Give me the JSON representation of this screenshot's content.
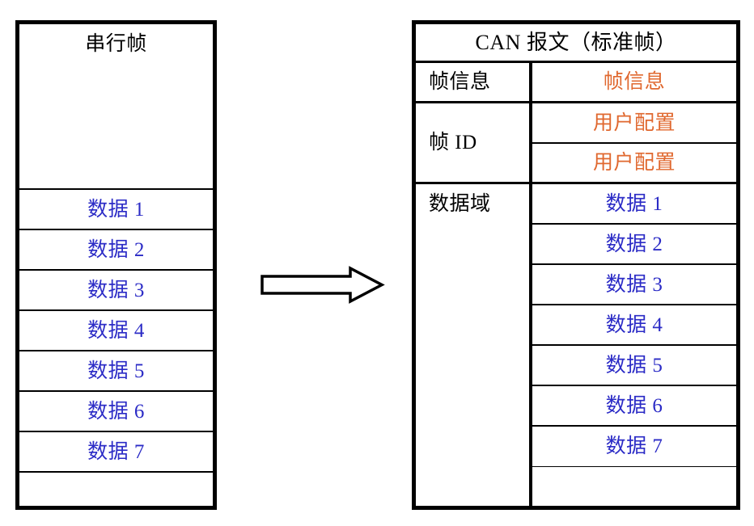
{
  "diagram": {
    "title_left": "串行帧",
    "title_right": "CAN 报文（标准帧）",
    "arrow_icon": "right-arrow-icon",
    "colors": {
      "black": "#000000",
      "blue": "#2B2BC6",
      "orange": "#E0682F",
      "background": "#FFFFFF"
    }
  },
  "serial_frame": {
    "header": "串行帧",
    "rows": [
      {
        "label": "数据 1",
        "color": "#2B2BC6"
      },
      {
        "label": "数据 2",
        "color": "#2B2BC6"
      },
      {
        "label": "数据 3",
        "color": "#2B2BC6"
      },
      {
        "label": "数据 4",
        "color": "#2B2BC6"
      },
      {
        "label": "数据 5",
        "color": "#2B2BC6"
      },
      {
        "label": "数据 6",
        "color": "#2B2BC6"
      },
      {
        "label": "数据 7",
        "color": "#2B2BC6"
      }
    ],
    "empty_row": ""
  },
  "can_message": {
    "header": "CAN 报文（标准帧）",
    "labels": {
      "frame_info": "帧信息",
      "frame_id": "帧 ID",
      "data_field": "数据域",
      "blank": ""
    },
    "values": [
      {
        "label": "帧信息",
        "color": "#E0682F"
      },
      {
        "label": "用户配置",
        "color": "#E0682F"
      },
      {
        "label": "用户配置",
        "color": "#E0682F"
      },
      {
        "label": "数据 1",
        "color": "#2B2BC6"
      },
      {
        "label": "数据 2",
        "color": "#2B2BC6"
      },
      {
        "label": "数据 3",
        "color": "#2B2BC6"
      },
      {
        "label": "数据 4",
        "color": "#2B2BC6"
      },
      {
        "label": "数据 5",
        "color": "#2B2BC6"
      },
      {
        "label": "数据 6",
        "color": "#2B2BC6"
      },
      {
        "label": "数据 7",
        "color": "#2B2BC6"
      },
      {
        "label": "",
        "color": "#000000"
      }
    ]
  }
}
